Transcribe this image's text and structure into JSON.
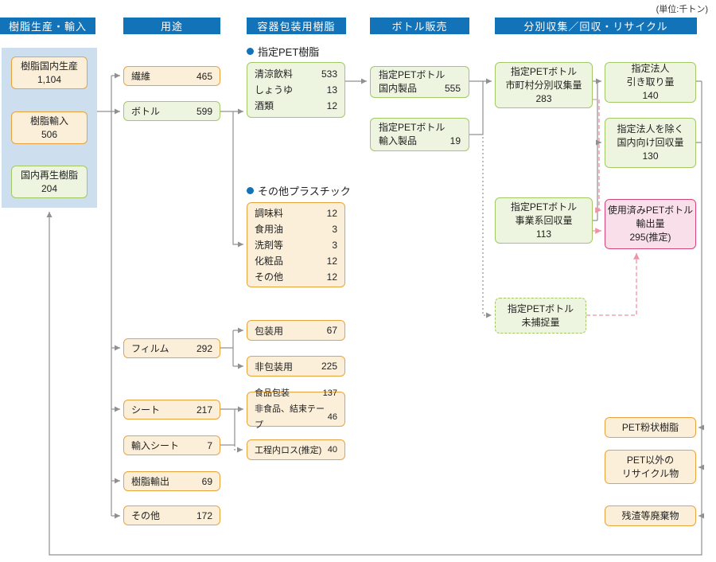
{
  "unit_label": "(単位:千トン)",
  "colors": {
    "header_blue": "#1273b9",
    "panel_blue": "#cddeee",
    "orange_border": "#e8a33c",
    "green_border": "#a4c866",
    "pink_border": "#d64579",
    "wire_gray": "#909090",
    "wire_pink": "#ef93a5"
  },
  "headers": {
    "production": "樹脂生産・輸入",
    "use": "用途",
    "packaging": "容器包装用樹脂",
    "bottle_sales": "ボトル販売",
    "collection": "分別収集／回収・リサイクル"
  },
  "production": {
    "domestic": {
      "label": "樹脂国内生産",
      "value": "1,104"
    },
    "import": {
      "label": "樹脂輸入",
      "value": "506"
    },
    "recycled": {
      "label": "国内再生樹脂",
      "value": "204"
    }
  },
  "uses": {
    "fiber": {
      "label": "繊維",
      "value": "465"
    },
    "bottle": {
      "label": "ボトル",
      "value": "599"
    },
    "film": {
      "label": "フィルム",
      "value": "292"
    },
    "sheet": {
      "label": "シート",
      "value": "217"
    },
    "imported_sheet": {
      "label": "輸入シート",
      "value": "7"
    },
    "resin_export": {
      "label": "樹脂輸出",
      "value": "69"
    },
    "other": {
      "label": "その他",
      "value": "172"
    }
  },
  "packaging": {
    "pet_heading": "指定PET樹脂",
    "pet_items": [
      {
        "label": "清涼飲料",
        "value": "533"
      },
      {
        "label": "しょうゆ",
        "value": "13"
      },
      {
        "label": "酒類",
        "value": "12"
      }
    ],
    "other_heading": "その他プラスチック",
    "other_items": [
      {
        "label": "調味料",
        "value": "12"
      },
      {
        "label": "食用油",
        "value": "3"
      },
      {
        "label": "洗剤等",
        "value": "3"
      },
      {
        "label": "化粧品",
        "value": "12"
      },
      {
        "label": "その他",
        "value": "12"
      }
    ],
    "wrap": {
      "label": "包装用",
      "value": "67"
    },
    "non_wrap": {
      "label": "非包装用",
      "value": "225"
    },
    "sheet_use_items": [
      {
        "label": "食品包装",
        "value": "137"
      },
      {
        "label": "非食品、結束テープ",
        "value": "46"
      }
    ],
    "process_loss": {
      "label": "工程内ロス(推定)",
      "value": "40"
    }
  },
  "bottle_sales": {
    "domestic": {
      "line1": "指定PETボトル",
      "label": "国内製品",
      "value": "555"
    },
    "imported": {
      "line1": "指定PETボトル",
      "label": "輸入製品",
      "value": "19"
    }
  },
  "collection": {
    "municipal": {
      "line1": "指定PETボトル",
      "line2": "市町村分別収集量",
      "value": "283"
    },
    "designated": {
      "line1": "指定法人",
      "line2": "引き取り量",
      "value": "140"
    },
    "non_designated": {
      "line1": "指定法人を除く",
      "line2": "国内向け回収量",
      "value": "130"
    },
    "business": {
      "line1": "指定PETボトル",
      "line2": "事業系回収量",
      "value": "113"
    },
    "export": {
      "line1": "使用済みPETボトル",
      "line2": "輸出量",
      "value": "295(推定)"
    },
    "uncaptured": {
      "line1": "指定PETボトル",
      "line2": "未捕捉量"
    },
    "pet_powder": {
      "label": "PET粉状樹脂"
    },
    "non_pet": {
      "line1": "PET以外の",
      "line2": "リサイクル物"
    },
    "residue": {
      "label": "残渣等廃棄物"
    }
  }
}
